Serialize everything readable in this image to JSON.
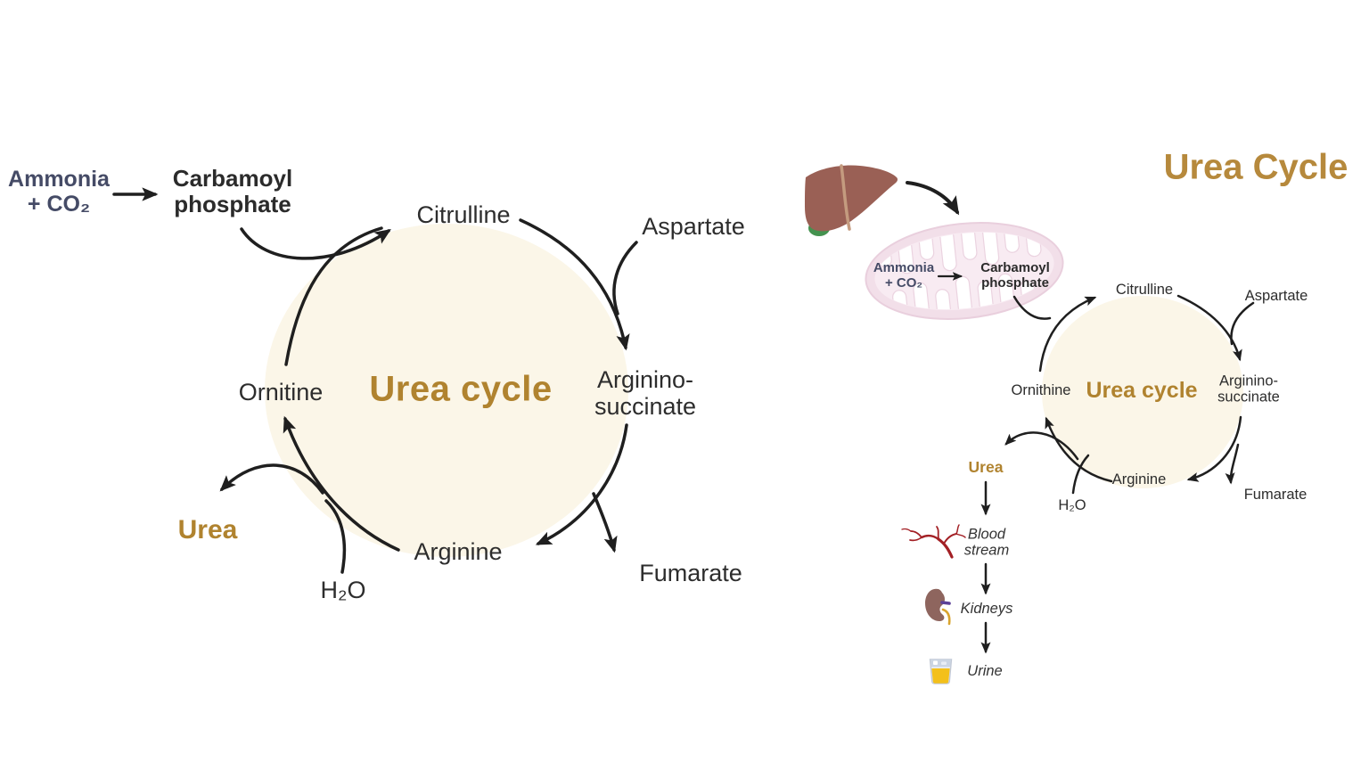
{
  "colors": {
    "accent_brown": "#b0832f",
    "title_brown": "#b6893c",
    "ammonia_blue": "#454b66",
    "text_dark": "#2d2d2d",
    "cycle_fill": "#fbf6e8",
    "arrow_black": "#1f1f1f",
    "mitochondria_pink": "#f2dfe9",
    "liver_brown": "#9a6055",
    "gallbladder_green": "#44924f",
    "vessel_red": "#a32025",
    "kidney_brown": "#8e655e",
    "ureter_yellow": "#d9a42f",
    "urine_yellow": "#f3c01b"
  },
  "left_diagram": {
    "center_label": "Urea cycle",
    "ammonia": {
      "line1": "Ammonia",
      "line2": "+ CO₂"
    },
    "carbamoyl": {
      "line1": "Carbamoyl",
      "line2": "phosphate"
    },
    "citrulline": "Citrulline",
    "aspartate": "Aspartate",
    "argininosuccinate": {
      "line1": "Arginino-",
      "line2": "succinate"
    },
    "fumarate": "Fumarate",
    "arginine": "Arginine",
    "h2o": "H₂O",
    "urea": "Urea",
    "ornithine": "Ornitine"
  },
  "right_diagram": {
    "title": "Urea Cycle",
    "center_label": "Urea cycle",
    "ammonia": {
      "line1": "Ammonia",
      "line2": "+ CO₂"
    },
    "carbamoyl": {
      "line1": "Carbamoyl",
      "line2": "phosphate"
    },
    "citrulline": "Citrulline",
    "aspartate": "Aspartate",
    "argininosuccinate": {
      "line1": "Arginino-",
      "line2": "succinate"
    },
    "fumarate": "Fumarate",
    "arginine": "Arginine",
    "h2o": "H₂O",
    "urea": "Urea",
    "ornithine": "Ornithine",
    "excretion_pathway": {
      "blood_stream": {
        "line1": "Blood",
        "line2": "stream"
      },
      "kidneys": "Kidneys",
      "urine": "Urine"
    },
    "icons": {
      "liver": "liver-icon",
      "mitochondria": "mitochondria-icon",
      "blood_vessel": "blood-vessel-icon",
      "kidney": "kidney-icon",
      "urine_cup": "urine-cup-icon"
    }
  }
}
